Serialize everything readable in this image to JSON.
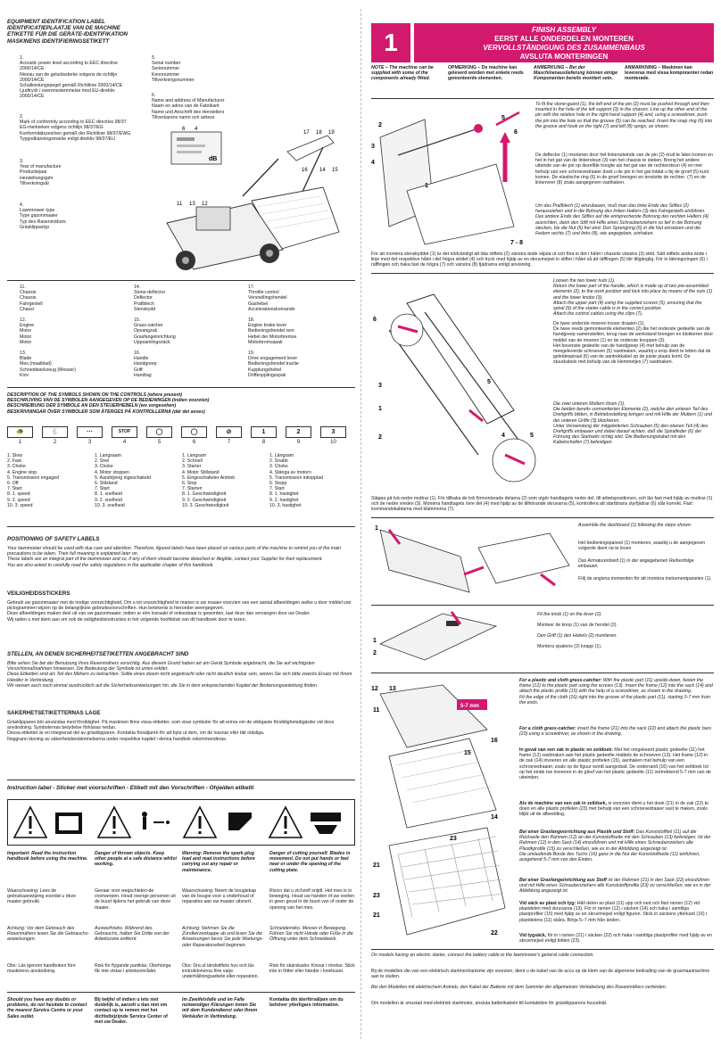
{
  "left": {
    "label_title": "EQUIPMENT IDENTIFICATION LABEL\nIDENTIFICATIEPLAATJE VAN DE MACHINE\nETIKETTE FÜR DIE GERÄTE-IDENTIFIKATION\nMASKINENS IDENTIFIERINGSETIKETT",
    "id_items_a": [
      "1.\nAcoustic power level according to EEC directive 2000/14/CE\nNiveau van de geluidssterke volgens de richtlijn 2000/14/CE\nSchalleistungspegel gemäß Richtlinie 2000/14/CE\nLjudtryck i overensstemmelse med EU-direktiv 2000/14/CE",
      "2.\nMark of conformity according to EEC directive 98/37\nEG-merkteken volgens richtlijn 98/37/EG\nKonformitätszeichen gemäß der Richtlinie 98/37/EWG\nTypgodkänningsmärke enligt direktiv 98/37/EU",
      "3.\nYear of manufacture\nProductiejaar\nHerstellungsjahr\nTillverkningsår",
      "4.\nLawnmower type\nType gazonmaaier\nTyp des Rasenmähers\nGräsklipparlyp"
    ],
    "id_items_b": [
      "5.\nSerial number\nSerienummer\nKennnummer\nTillverkningsnummer",
      "6.\nName and address of Manufacturer\nNaam en adres van de Fabrikant\nName und Anschrift des Herstellers\nTillverkarens namn och adress"
    ],
    "parts_col1": [
      "11.\nChassis\nChassis\nFahrgestell\nChassi",
      "12.\nEngine\nMotor\nMotor\nMotor",
      "13.\nBlade\nMes (maaiblad)\nSchneidwerkzeug (Messer)\nKniv"
    ],
    "parts_col2": [
      "14.\nStone-deflector\nDeflector\nPrallblech\nStenskydd",
      "15.\nGrass-catcher\nOpvangzak\nGrasfangeinrichtung\nUppsamlingssäck",
      "16.\nHandle\nHandgreep\nGriff\nHandtag"
    ],
    "parts_col3": [
      "17.\nThrottle control\nVersnellingshendel\nGashebel\nAccelerationskomando",
      "18.\nEngine brake lever\nBedieningshendel rem\nHebel der Motorbremse\nMotorbromsspak",
      "19.\nDrive engagement lever\nBedieningshendel tractie\nKupplungshebel\nDriftkopplingsspak"
    ],
    "symbols_title": "DESCRIPTION OF THE SYMBOLS SHOWN ON THE CONTROLS (where present)\nBESCHRIJVING VAN DE SYMBOLEN AANGEGEVEN OP DE BEDIENINGEN (indien voorzien)\nBESCHREIBUNG DER SYMBOLE AN DEN STEUERHEBELN (wo vorgesehen)\nBESKRIVNINGAR ÖVER SYMBOLER SOM ÅTERGES PÅ KONTROLLERNA (där det avses)",
    "symbol_numbers": [
      "1",
      "2",
      "3",
      "4",
      "5",
      "6",
      "7",
      "8",
      "9",
      "10"
    ],
    "symbol_glyphs": [
      "🐢",
      "🐇",
      "⋯",
      "STOP",
      "◯",
      "◯",
      "⊘",
      "1",
      "2",
      "3"
    ],
    "sym_list_en": "1. Slow\n2. Fast\n3. Choke\n4. Engine stop\n5. Transmission engaged\n6. Off\n7. Start\n8. 1. speed\n9. 2. speed\n10. 3. speed",
    "sym_list_nl": "1. Langsaam\n2. Snel\n3. Choke\n4. Motor stoppen\n5. Aandrijving ingeschakeld\n6. Stilstand\n7. Start\n8. 1. snelheid\n9. 2. snelheid\n10. 3. snelheid",
    "sym_list_de": "1. Langsam\n2. Schnell\n3. Starter\n4. Motor Stillstand\n5. Eingeschalteter Antrieb\n6. Stop\n7. Starten\n8. 1. Geschwindigkeit\n9. 2. Geschwindigkeit\n10. 3. Geschwindigkeit",
    "sym_list_sv": "1. Långsam\n2. Snabb\n3. Choke\n4. Stänga av motorn\n5. Transmission inkopplad\n6. Stopp\n7. Start\n8. 1. hastighet\n9. 2. hastighet\n10. 3. hastighet",
    "safety_heading_en": "POSITIONING OF SAFETY LABELS",
    "safety_text_en": "Your lawnmower should be used with due care and attention. Therefore, figured labels have been placed on various parts of the machine to remind you of the main precautions to be taken. Their full meaning is explained later on.\nThese labels are an integral part of the lawnmower and so, if any of them should become detached or illegible, contact your Supplier for their replacement.\nYou are also asked to carefully read the safety regulations in the applicable chapter of this handbook.",
    "safety_heading_nl": "VEILIGHEIDSSTICKERS",
    "safety_text_nl": "Gebruik uw gazonmaaier met de nodige voorzichtigheid. Om u tot voorzichtigheid te manen is uw maaier voorzien van een aantal afbeeldingen welke u door middel van pictogrammen wijzen op de belangrijkste gebruiksvoorschriften. Hun betekenis is hieronder weergegeven.\nDeze afbeeldingen maken deel uit van uw gazonmaaier, indien er één losraakt of onleesbaar is geworden, laat deze dan vervangen door uw Dealer.\nWij raden u met klem aan om ook de veiligheidsinstructies in het volgende hoofdstuk van dit handboek door te lezen.",
    "safety_heading_de": "STELLEN, AN DENEN SICHERHEITSETIKETTEN ANGEBRACHT SIND",
    "safety_text_de": "Bitte sehen Sie bei der Benutzung Ihres Rasenmähers vorsichtig. Aus diesem Grund haben wir am Gerät Symbole angebracht, die Sie auf wichtigsten Vorsichtsmaßnahmen hinweisen. Die Bedeutung der Symbole ist unten erklärt.\nDiese Etiketten sind als Teil des Mähers zu betrachten. Sollte eines davon nicht angebracht oder nicht deutlich lesbar sein, setzen Sie sich bitte zwecks Ersatz mit Ihrem Händler in Verbindung.\nWir weisen auch noch einmal ausdrücklich auf die Sicherheitsanweisungen hin, die Sie in dem entsprechenden Kapitel der Bedienungsanleitung finden.",
    "safety_heading_sv": "SÄKERHETSETIKETTERNAS LÄGE",
    "safety_text_sv": "Gräsklipparen bör användas med försiktighet. På maskinen finns vissa etiketter, som visar symboler för att erinra om de viktigaste försiktighetsåtgärder vid dess användning. Symbolernas betydelse förklaras nedan.\nDessa etiketter är en integrerad del av gräsklipparen. Kontakta försäljaren för att byta ut dem, om de lossnar eller blir oläsliga.\nNoggrann läsning av säkerhetsbestämmelserna under respektive kapitel i denna handbok rekommenderas.",
    "instruction_label_title": "Instruction label - Sticker met voorschriften - Etikett mit den Vorschriften - Ohjeiden etiketti",
    "warn_en": [
      "Important: Read the instruction handbook before using the machine.",
      "Danger of thrown objects. Keep other people at a safe distance whilst working.",
      "Warning: Remove the spark plug lead and read instructions before carrying out any repair or maintenance.",
      "Danger of cutting yourself. Blades in movement. Do not put hands or feet near or under the opening of the cutting plate."
    ],
    "warn_nl": [
      "Waarschuwing: Lees de gebruikaanwijzing voordat u deze maaier gebruikt.",
      "Gevaar voor wegschleten-de voorwerpen. Houd overige personen uit de buurt tijdens het gebruik van deze maaier.",
      "Waarschuwing: Neem de bougiekap van de bougie voor u onderhoud of reparaties aan uw maaier uitvoert.",
      "Risico dat u zichzelf snijdt. Het mes is in beweging. Houd uw handen of uw voeten in geen geval in de buurt van of onder de opening van het mes."
    ],
    "warn_de": [
      "Achtung: Vor dem Gebrauch des Rasenmähers lesen Sie die Gebrauchs-anweisungen.",
      "Auswurfrisiko. Während des Gebrauchs, halten Sie Dritte von der Arbeitszone entfernt.",
      "Achtung: Nehmen Sie die Zündkerzenkappe ab und lesen Sie die Anweisungen bevor Sie jede Wartungs- oder Reparaturarbeit beginnen.",
      "Schneiderisiko. Messer in Bewegung. Führen Sie nicht Hände oder Füße in die Öffnung unter dem Schneidwerk."
    ],
    "warn_sv": [
      "Obs: Läs igenom handboken före maskinens användning.",
      "Risk för flygande partiklar. Obehöriga får inte vistas i arbetsområdet.",
      "Obs: Dra ut tändstiftets huv och läs instruktionerna före varje underhållningsarbete eller reparation.",
      "Risk för skärskador. Knivar i rörelse. Stick inte in fötter eller händer i knivhuset."
    ],
    "doubts": [
      "Should you have any doubts or problems, do not hesitate to contact the nearest Service Centre or your Sales outlet.",
      "Bij twijfel of indien u iets niet duidelijk is, aarzelt u dan niet om contact op te nemen met het dichtstbijzijnde Service Center of met uw Dealer.",
      "Im Zweifelsfalle und im Falle notwendiger Klärungen treten Sie mit dem Kundendienst oder Ihrem Verkäufer in Verbindung.",
      "Kontakta din återförsäljare om du behöver ytterligare information."
    ]
  },
  "right": {
    "section_number": "1",
    "section_titles": [
      "FINISH ASSEMBLY",
      "EERST ALLE ONDERDELEN MONTEREN",
      "VERVOLLSTÄNDIGUNG DES ZUSAMMENBAUS",
      "AVSLUTA MONTERINGEN"
    ],
    "notes": [
      "NOTE – The machine can be supplied with some of the components already fitted.",
      "OPMERKING – De machine kan geleverd worden met enkele reeds gemonteerde elementen.",
      "ANMERKUNG – Bei der Maschinenauslieferung können einige Komponenten bereits montiert sein.",
      "ANMÄRKNING – Maskinen kan levereras med vissa komponenter redan monterade."
    ],
    "step1_en": "To fit the stone-guard (1), the left end of the pin (2) must be pushed through and then inserted in the hole of the left support (3) in the chassis. Line up the other end of the pin with the relative hole in the right-hand support (4) and, using a screwdriver, push the pin into the hole so that the groove (5) can be reached. Insert the snap ring (6) into the groove and hook on the right (7) and left (8) sprigs, as shown.",
    "step1_nl": "De deflector (1) monteren door het linkeruiteinde van de pin (2) eruit te laten komen en het in het gat van de linkersteun (3) van het chassis te steken. Breng het andere uiteinde van de pin op dezelfde hoogte als het gat van de rechtersteun (4) en met behulp van een schroevedraaier duwt u de pin in het gat totdat u bij de groef (5) kunt komen. De elastische ring (6) in de groef brengen en tenslotte de rechter- (7) en de linkerveer (8) zoals aangegeven vasthaken.",
    "step1_de": "Um das Prallblech (1) einzubauen, muß man das linke Ende des Stiftes (2) herausziehen und in die Bohrung des linken Halters (3) des Fahrgestells einführen. Das andere Ende des Stiftes auf die entsprechende Bohrung des rechten Halters (4) ausrichten, dann den Stift mit Hilfe eines Schraubenziehers so tief in die Bohrung stecken, bis die Nut (5) frei wird. Den Sprengring (6) in die Nut einsetzen und die Federn rechts (7) und links (8), wie angegeben, einhaken.",
    "step1_sv": "För att montera stenskyddet (1) är det nödvändigt att låta stiftets (2) vänstra ände skjuta ut och föra in det i hålet i chassits vänstra (3) stöd. Sätt stiftets andra ände i linje med det respektive hålet i det högra stödet (4) och tryck med hjälp av en skruvmejsel in stiftet i hålet så att räfflingen (5) blir tillgänglig. För in tätningsringen (6) i räfflingen och haka fast de högra (7) och vänstra (8) fjädrarna enligt anvisning.",
    "step2_en": "Loosen the two lower nuts (1).\nReturn the lower part of the handle, which is made up of two pre-assembled elements (2), to the work position and lock into place by means of the nuts (1) and the lower knobs (3).\nAttach the upper part (4) using the supplied screws (5), ensuring that the spiral (6) of the starter cable is in the correct position.\nAttach the control cables using the clips (7).",
    "step2_nl": "De twee onderste moeren losser draaien (1).\nDe twee reeds gemonteerde elementen (2) die het onderste gedeelte van de handgreep samenstellen, terug naar de werkstand brengen en blokkeren door middel van de moeren (1) en de onderste knoppen (3).\nHet bovenste gedeelte van de handgreep (4) met behulp van de meegeleverde schroeven (5) vastmaken, waarbij u erop dient te letten dat de geleidespiraal (6) van de aantrekkabel op de juiste plaats komt. De stuurkabels met behulp van de klemmetjes (7) vastmaken.",
    "step2_de": "Die zwei unteren Muttern lösen (1).\nDie beiden bereits vormontierten Elemente (2), welche den unteren Teil des Drehgriffs bilden, in Betriebsstellung bringen und mit Hilfe der Muttern (1) und der unteren Griffe (3) blockieren.\nUnter Verwendung der mitgelieferten Schrauben (5) den oberen Teil (4) des Drehgriffs einbauen und dabei darauf achten, daß die Spiralfeder (6) der Führung des Startseils richtig sitzt. Die Bedienungskabel mit den Kabelschellen (7) befestigen.",
    "step2_sv": "Släppa på två nedre muttrar (1). För tillbaka de två förmonterade delarna (2) som utgör handtagets nedre del, till arbetspositionen, och lås fast med hjälp av muttrar (1) och de nedre vreden (3). Montera handtagets övre del (4) med hjälp av de tillhörande skruvarna (5), kontrollera att starttinans styrfjädrar (6) står korrekt. Fäst kommandokablarna med klämmorna (7).",
    "step3": [
      "Assemble the dashboard (1) following the steps shown.",
      "Het bedieningspaneel (1) monteren, waarbij u de aangegeven volgorde dient na te leven",
      "Das Armaturenbrett (1) in der angegebenen Reihenfolge einbauen.",
      "Följ de angivna momenten för att montera instrumentpanelen (1)."
    ],
    "step4": [
      "Fit the knob (1) on the lever (2).",
      "Monteer de knop (1) van de hendel (2).",
      "Den Griff (1) des Hebels (2) montieren.",
      "Montera spakens (2) knapp (1)."
    ],
    "step5_en_head": "For a plastic and cloth grass-catcher:",
    "step5_en": "With the plastic part (11) upside-down, fasten the frame (12) to the plastic part using the screws (13). Insert the frame (12) into the sack (14) and attach the plastic profile (15) with the help of a screwdriver, as shown in the drawing.\nFit the edge of the cloth (16) right into the groove of the plastic part (11), starting 5-7 mm from the ends.",
    "step5_en2_head": "For a cloth grass-catcher:",
    "step5_en2": "insert the frame (21) into the sack (22) and attach the plastic bars (23) using a screwdriver, as shown in the drawing.",
    "step5_nl_head": "In geval van een zak in plastic en zeildoek:",
    "step5_nl": "Met het omgekeerd plastic gedeelte (11) het frame (12) vastmaken aan het plastic gedeelte middels de schroeven (13). Het frame (12) in de zak (14) invoeren en alle plastic profielen (15), aanhaken met behulp van een schroevedraaier, zoals op de figuur wordt aangeduid. De onderrand (16) van het zeildoek tot op het einde toe invoeren in de gleuf van het plastic gedeelte (11) vertrekkend 5-7 mm van de uiteinden.",
    "step5_nl2_head": "Als de machine van een zak in zeildoek,",
    "step5_nl2": "is voorzien dient u het doek (21) in de zak (22) te doen en alle plastic profielen (23) met behulp van een schroevedraaier vast te maken, zoals blijkt uit de afbeelding.",
    "step5_de_head": "Bei einer Grasfangvorrichtung aus Plastik und Stoff:",
    "step5_de": "Das Kunststoffteil (11) auf die Rückseite den Rahmen (12) an der Kunststoffseite mit den Schrauben (13) befestigen. Ist der Rahmen (12) in den Sack (14) einzuführen und mit Hilfe eines Schraubenziehers alle Plastikprofile (15) zu verschließen, wie es in der Abbildung angezeigt ist.\nDie umlaufende Borde des Tuchs (16) ganz in die Nut der Kunststoffseite (11) einführen, ausgehend 5-7 mm von den Enden.",
    "step5_de2_head": "Bei einer Grasfangeinrichtung aus Stoff",
    "step5_de2": "ist der Rahmen (21) in den Sack (22) einzuführen und mit Hilfe eines Schraubenziehers alle Kunststoffprofile (23) zu verschließen, wie es in der Abbildung angezeigt ist.",
    "step5_sv_head": "Vid säck av plast och tyg:",
    "step5_sv": "Håll delen av plast (11) upp och ned och fäst ramen (12) vid plastdelen med skruvarna (13). För in ramen (12) i säcken (14) och haka i samtliga plastprofiler (15) med hjälp av en skruvmejsel enligt figuren. Stick in säckens ytterkant (16) i plastdelens (11) skåra. Börja 5–7 mm från änden.",
    "step5_sv2_head": "Vid tygsäck,",
    "step5_sv2": "för in i ramen (21) i säcken (22) och haka i samtliga plastprofiler med hjälp av en skruvmejsel enligt bilden (23).",
    "starter": [
      "On models having an electric starter, connect the battery cable to the lawnmower's general cable connection.",
      "Bij de modellen die van een elektrisch startmechanisme zijn voorzien, dient u de kabel van de accu op de klem van de algemene bedrading van de grasmaaimachine aan te sluiten.",
      "Bei den Modellen mit elektrischem Antrieb, den Kabel der Batterie mit dem Sammler der allgemeinen Verkabelung des Rasenmähers verbinden.",
      "Om modellen är utrustad med elektrisk startmotor, ansluta batterikabeln till kontaktdon för gräsklipparens huvudnät."
    ],
    "measure": "5-7 mm"
  },
  "colors": {
    "accent": "#d3196e",
    "text": "#1a1a1a",
    "rule": "#333333"
  }
}
